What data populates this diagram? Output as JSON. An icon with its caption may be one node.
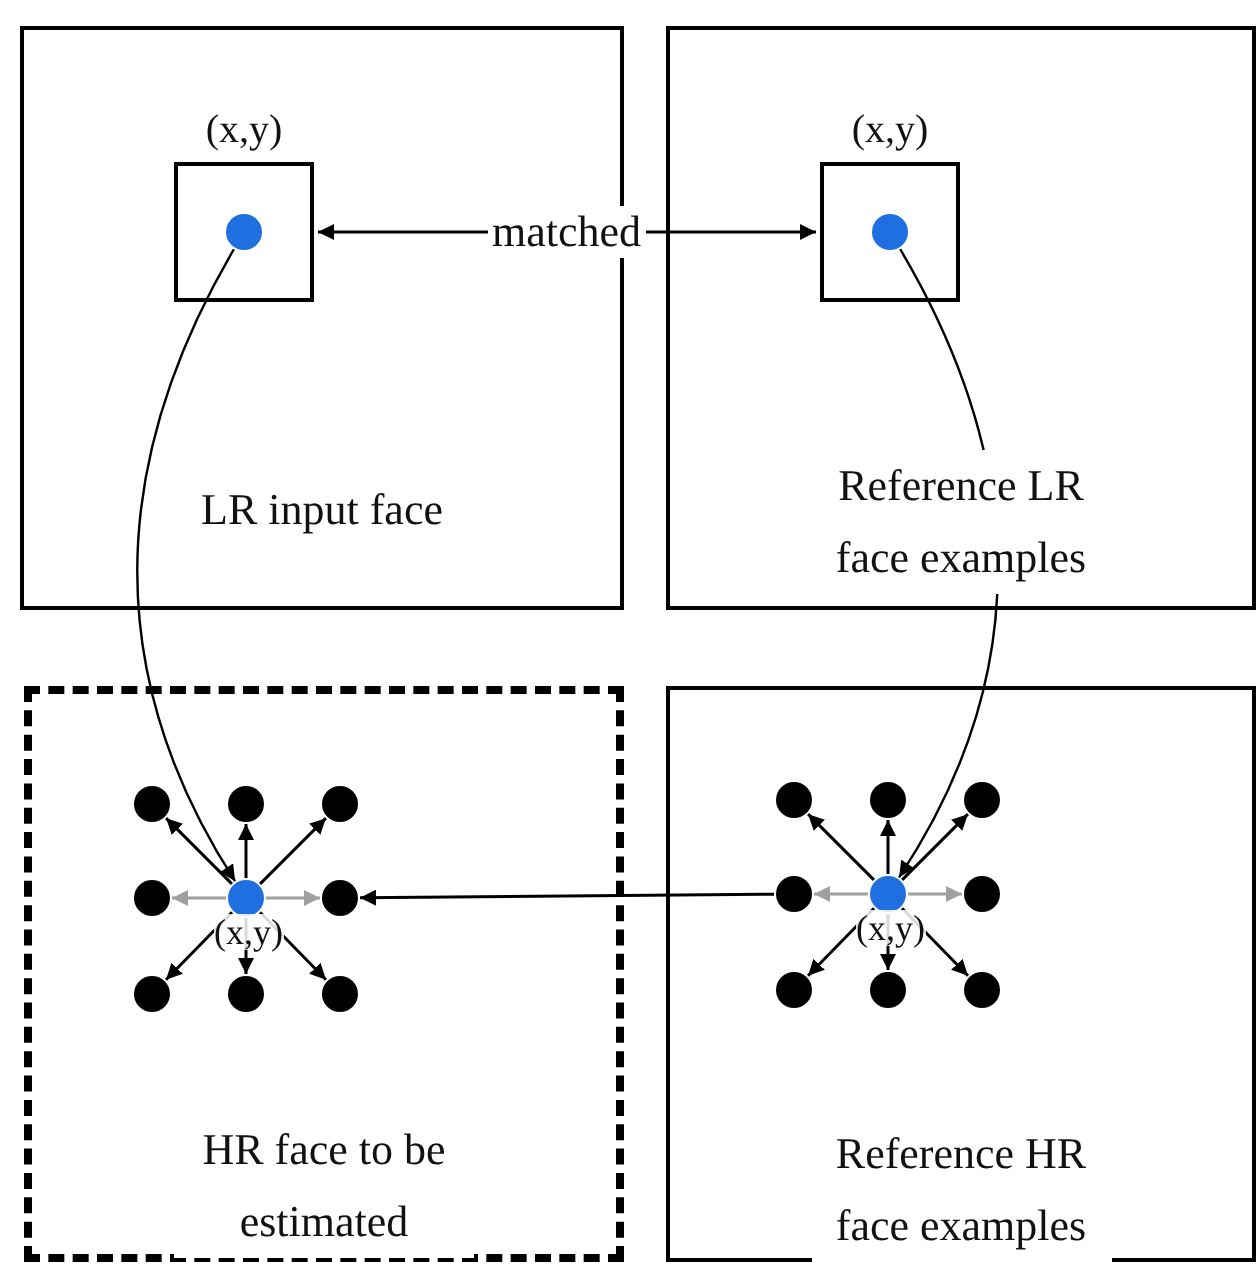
{
  "diagram": {
    "nodes": [
      {
        "text": [
          "LR input face"
        ]
      },
      {
        "text": [
          "(x,y)"
        ],
        "in": 0
      },
      {
        "text": [],
        "shape": "circle",
        "in": 1
      },
      {
        "text": [
          "Reference LR face examples"
        ]
      },
      {
        "text": [
          "(x,y)"
        ],
        "in": 3
      },
      {
        "text": [],
        "shape": "circle",
        "in": 4
      },
      {
        "text": [
          "HR face to be estimated"
        ]
      },
      {
        "text": [],
        "shape": "circle",
        "in": 6
      },
      {
        "text": [],
        "shape": "circle",
        "in": 6
      },
      {
        "text": [],
        "shape": "circle",
        "in": 6
      },
      {
        "text": [],
        "shape": "circle",
        "in": 6
      },
      {
        "text": [
          "(x,y)"
        ],
        "in": 6
      },
      {
        "text": [],
        "shape": "circle",
        "in": 6
      },
      {
        "text": [],
        "shape": "circle",
        "in": 6
      },
      {
        "text": [],
        "shape": "circle",
        "in": 6
      },
      {
        "text": [],
        "shape": "circle",
        "in": 6
      },
      {
        "text": [
          "Reference HR face examples"
        ]
      },
      {
        "text": [],
        "shape": "circle",
        "in": 16
      },
      {
        "text": [],
        "shape": "circle",
        "in": 16
      },
      {
        "text": [],
        "shape": "circle",
        "in": 16
      },
      {
        "text": [],
        "shape": "circle",
        "in": 16
      },
      {
        "text": [
          "(x,y)"
        ],
        "in": 16
      },
      {
        "text": [],
        "shape": "circle",
        "in": 16
      },
      {
        "text": [],
        "shape": "circle",
        "in": 16
      },
      {
        "text": [],
        "shape": "circle",
        "in": 16
      },
      {
        "text": [],
        "shape": "circle",
        "in": 16
      }
    ],
    "edges": [
      {
        "from": 1,
        "to": 4,
        "arrow": "both",
        "label": "matched"
      },
      {
        "from": 2,
        "to": 11,
        "arrow": "to"
      },
      {
        "from": 5,
        "to": 21,
        "arrow": "to"
      },
      {
        "from": 20,
        "to": 12,
        "arrow": "to"
      },
      {
        "from": 11,
        "to": 7,
        "arrow": "to"
      },
      {
        "from": 11,
        "to": 8,
        "arrow": "to"
      },
      {
        "from": 11,
        "to": 9,
        "arrow": "to"
      },
      {
        "from": 11,
        "to": 10,
        "arrow": "to",
        "color": "#a0a0a0"
      },
      {
        "from": 11,
        "to": 12,
        "arrow": "to",
        "color": "#a0a0a0"
      },
      {
        "from": 11,
        "to": 13,
        "arrow": "to"
      },
      {
        "from": 11,
        "to": 14,
        "arrow": "to"
      },
      {
        "from": 11,
        "to": 15,
        "arrow": "to"
      },
      {
        "from": 21,
        "to": 17,
        "arrow": "to"
      },
      {
        "from": 21,
        "to": 18,
        "arrow": "to"
      },
      {
        "from": 21,
        "to": 19,
        "arrow": "to"
      },
      {
        "from": 21,
        "to": 20,
        "arrow": "to",
        "color": "#a0a0a0"
      },
      {
        "from": 21,
        "to": 22,
        "arrow": "to",
        "color": "#a0a0a0"
      },
      {
        "from": 21,
        "to": 23,
        "arrow": "to"
      },
      {
        "from": 21,
        "to": 24,
        "arrow": "to"
      },
      {
        "from": 21,
        "to": 25,
        "arrow": "to"
      }
    ]
  }
}
